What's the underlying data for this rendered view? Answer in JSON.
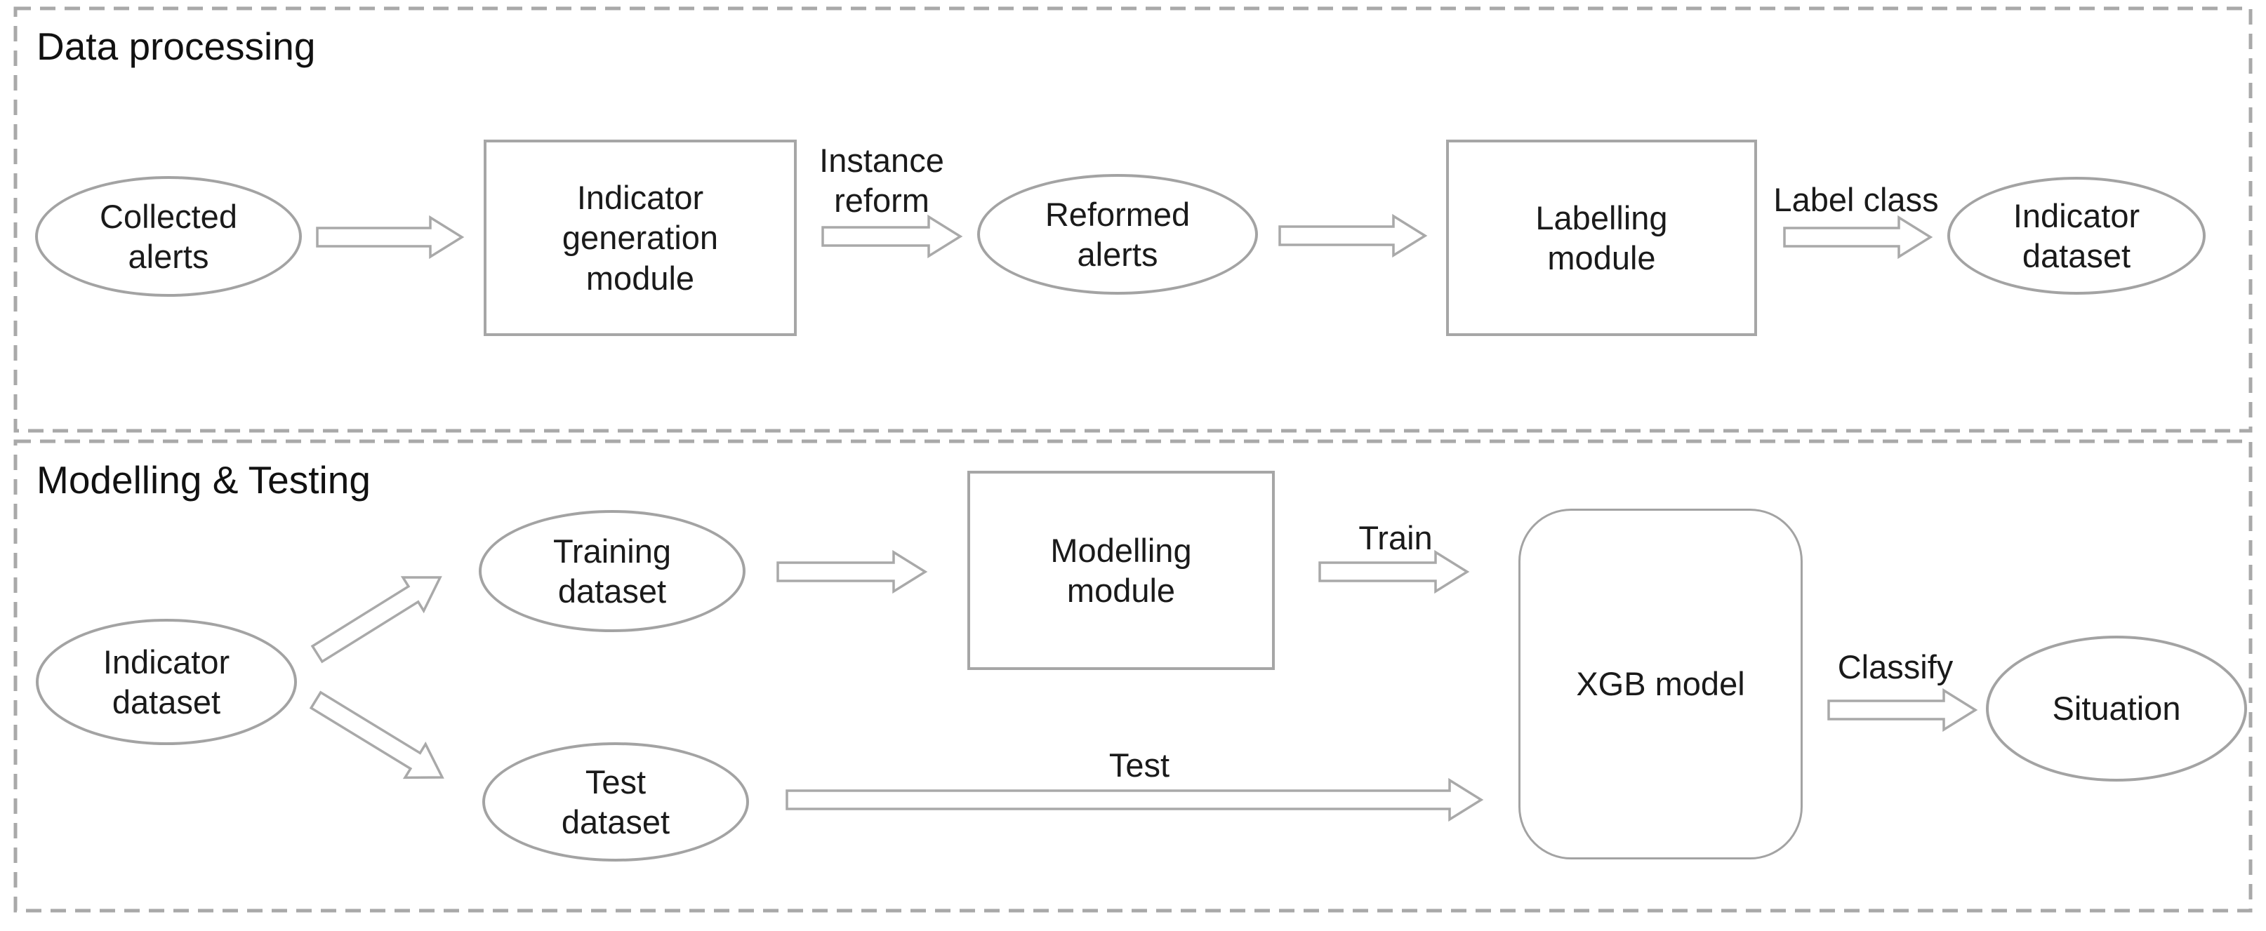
{
  "sections": {
    "data_processing": {
      "title": "Data processing"
    },
    "modelling_testing": {
      "title": "Modelling & Testing"
    }
  },
  "nodes": {
    "collected_alerts": {
      "label": "Collected\nalerts",
      "shape": "ellipse"
    },
    "indicator_generation_module": {
      "label": "Indicator\ngeneration\nmodule",
      "shape": "rect"
    },
    "reformed_alerts": {
      "label": "Reformed\nalerts",
      "shape": "ellipse"
    },
    "labelling_module": {
      "label": "Labelling\nmodule",
      "shape": "rect"
    },
    "indicator_dataset_top": {
      "label": "Indicator\ndataset",
      "shape": "ellipse"
    },
    "indicator_dataset_bottom": {
      "label": "Indicator\ndataset",
      "shape": "ellipse"
    },
    "training_dataset": {
      "label": "Training\ndataset",
      "shape": "ellipse"
    },
    "test_dataset": {
      "label": "Test\ndataset",
      "shape": "ellipse"
    },
    "modelling_module": {
      "label": "Modelling\nmodule",
      "shape": "rect"
    },
    "xgb_model": {
      "label": "XGB model",
      "shape": "rounded-rect"
    },
    "situation": {
      "label": "Situation",
      "shape": "ellipse"
    }
  },
  "edge_labels": {
    "instance_reform": "Instance\nreform",
    "label_class": "Label class",
    "train": "Train",
    "test": "Test",
    "classify": "Classify"
  },
  "colors": {
    "shape_stroke": "#a3a3a3",
    "arrow_stroke": "#a9a9a9",
    "panel_border": "#a9a9a9",
    "text": "#1a1a1a",
    "background": "#ffffff"
  }
}
